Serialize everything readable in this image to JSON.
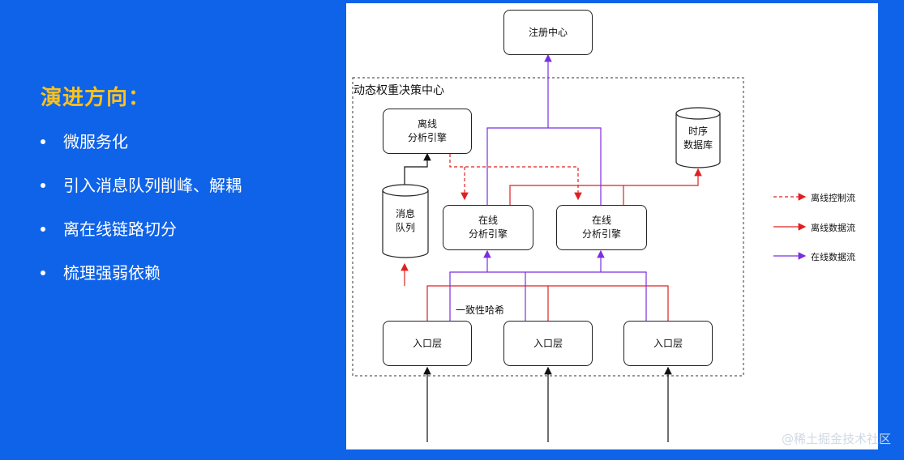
{
  "left": {
    "title": "演进方向：",
    "bullets": [
      "微服务化",
      "引入消息队列削峰、解耦",
      "离在线链路切分",
      "梳理强弱依赖"
    ]
  },
  "diagram": {
    "registry": "注册中心",
    "group_label": "动态权重决策中心",
    "offline_engine": "离线\n分析引擎",
    "tsdb": "时序\n数据库",
    "mq": "消息\n队列",
    "online_engine_1": "在线\n分析引擎",
    "online_engine_2": "在线\n分析引擎",
    "hash_label": "一致性哈希",
    "entry_1": "入口层",
    "entry_2": "入口层",
    "entry_3": "入口层"
  },
  "legend": {
    "offline_control": "离线控制流",
    "offline_data": "离线数据流",
    "online_data": "在线数据流"
  },
  "colors": {
    "background": "#0f63e8",
    "accent": "#ffc21a",
    "offline": "#e02020",
    "online": "#7b2ee0"
  },
  "watermark": "@稀土掘金技术社区"
}
